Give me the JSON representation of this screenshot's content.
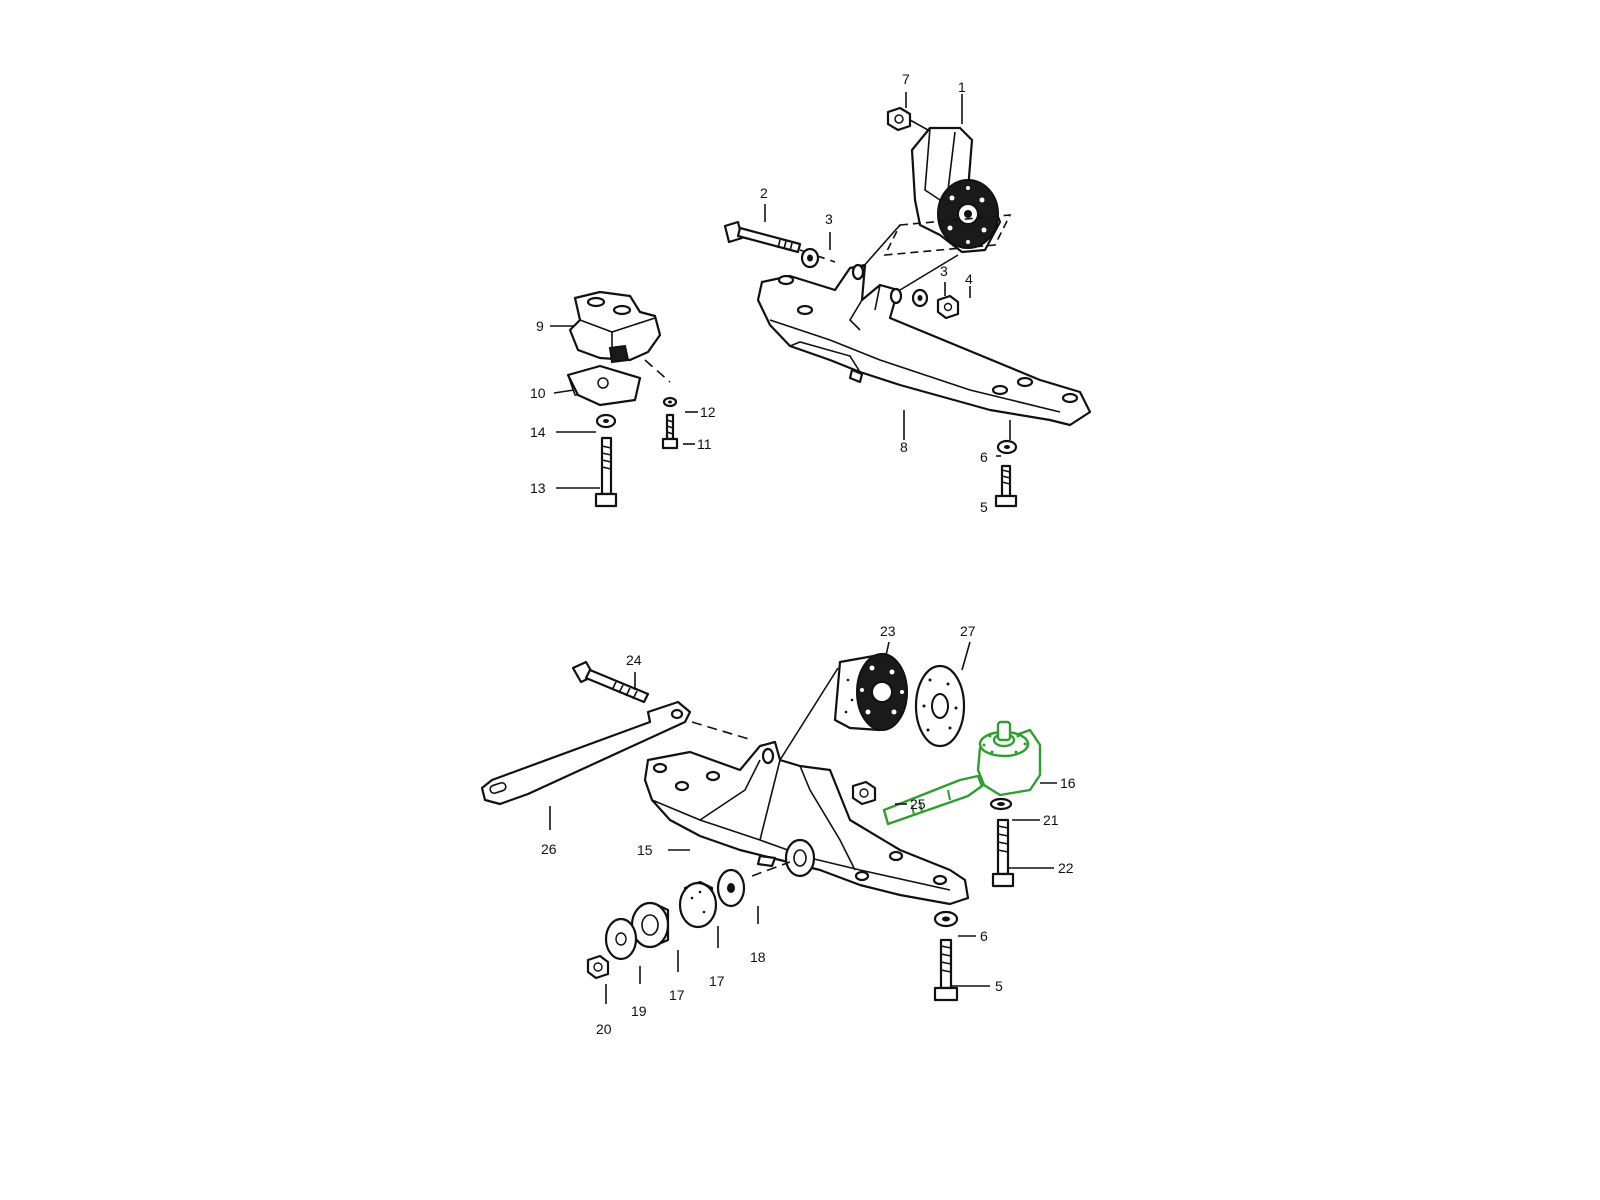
{
  "callouts": {
    "c1": "1",
    "c2": "2",
    "c3a": "3",
    "c3b": "3",
    "c4": "4",
    "c5a": "5",
    "c5b": "5",
    "c6a": "6",
    "c6b": "6",
    "c7": "7",
    "c8": "8",
    "c9": "9",
    "c10": "10",
    "c11": "11",
    "c12": "12",
    "c13": "13",
    "c14": "14",
    "c15": "15",
    "c16": "16",
    "c17a": "17",
    "c17b": "17",
    "c18": "18",
    "c19": "19",
    "c20": "20",
    "c21": "21",
    "c22": "22",
    "c23": "23",
    "c24": "24",
    "c25": "25",
    "c26": "26",
    "c27": "27"
  },
  "colors": {
    "line": "#111111",
    "highlight": "#2e9e2e",
    "background": "#ffffff"
  },
  "highlighted_part": "16"
}
